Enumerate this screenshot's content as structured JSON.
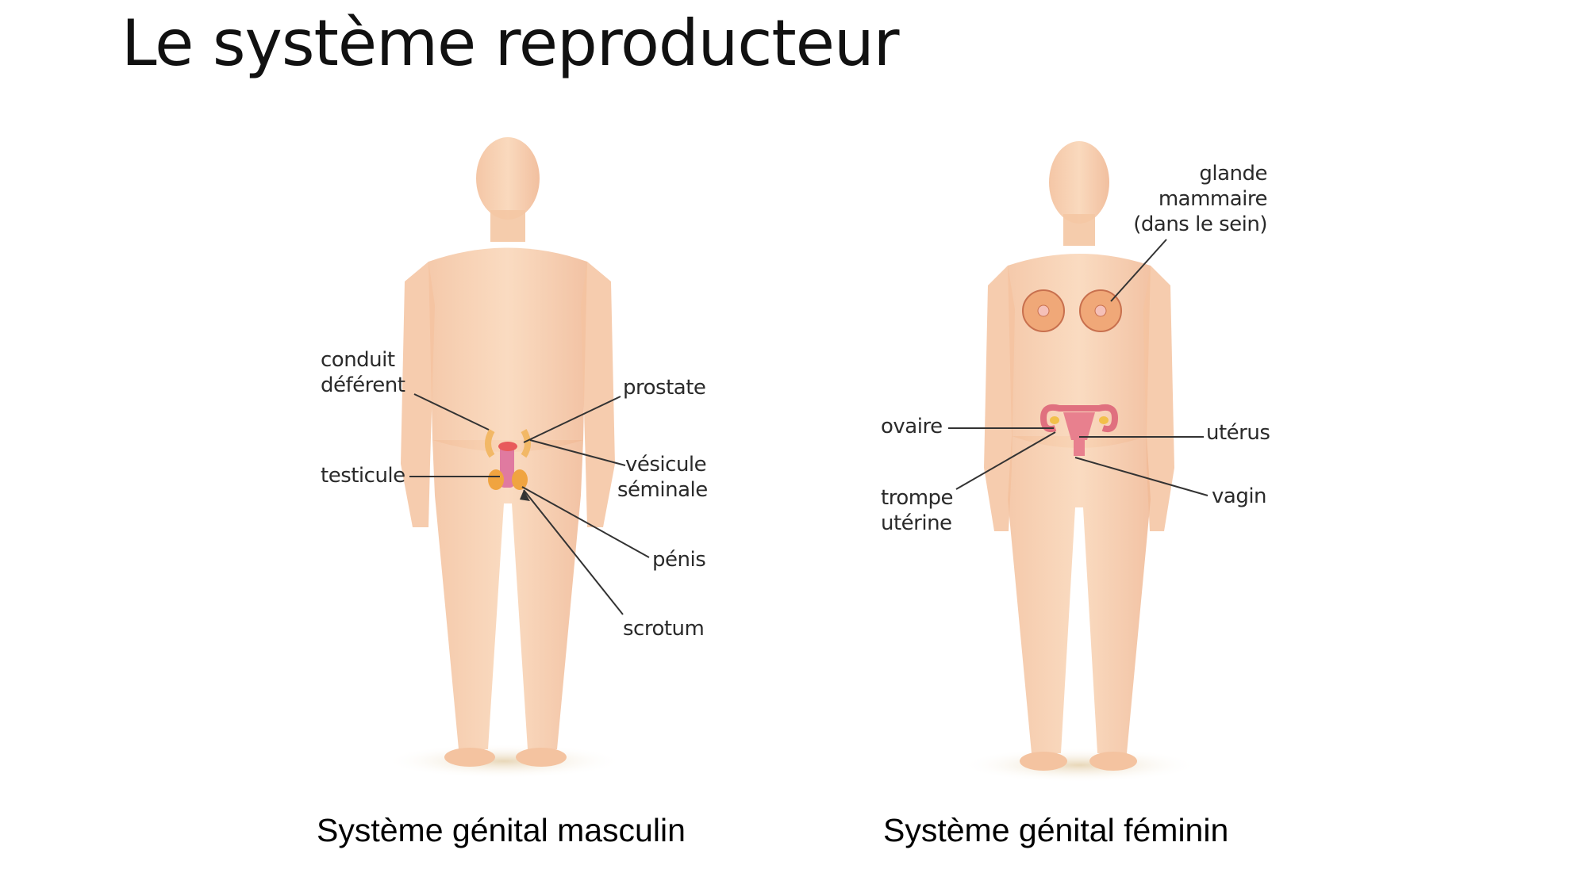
{
  "slide": {
    "title": "Le système reproducteur"
  },
  "figures": {
    "male": {
      "caption": "Système génital masculin",
      "labels": {
        "conduit_line1": "conduit",
        "conduit_line2": "déférent",
        "prostate": "prostate",
        "testicule": "testicule",
        "vesicule_line1": "vésicule",
        "vesicule_line2": "séminale",
        "penis": "pénis",
        "scrotum": "scrotum"
      }
    },
    "female": {
      "caption": "Système génital féminin",
      "labels": {
        "glande_line1": "glande",
        "glande_line2": "mammaire",
        "glande_line3": "(dans le sein)",
        "ovaire": "ovaire",
        "uterus": "utérus",
        "trompe_line1": "trompe",
        "trompe_line2": "utérine",
        "vagin": "vagin"
      }
    }
  },
  "colors": {
    "skin": "#f6c9a6",
    "skin_shadow": "#eeae8a",
    "organ_pink": "#e0707f",
    "organ_yellow": "#f2c04a",
    "text": "#2a2a2a"
  }
}
